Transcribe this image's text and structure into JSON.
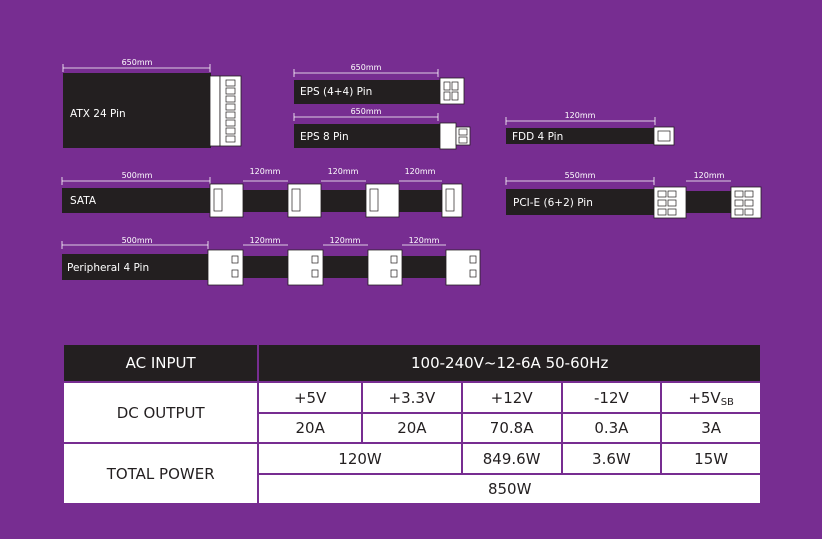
{
  "cables": {
    "atx": {
      "name": "ATX 24 Pin",
      "length": "650mm"
    },
    "eps44": {
      "name": "EPS (4+4) Pin",
      "length": "650mm"
    },
    "eps8": {
      "name": "EPS 8 Pin",
      "length": "650mm"
    },
    "fdd": {
      "name": "FDD 4 Pin",
      "length": "120mm"
    },
    "sata": {
      "name": "SATA",
      "lengths": [
        "500mm",
        "120mm",
        "120mm",
        "120mm"
      ]
    },
    "pcie": {
      "name": "PCI-E (6+2) Pin",
      "lengths": [
        "550mm",
        "120mm"
      ]
    },
    "peripheral": {
      "name": "Peripheral 4 Pin",
      "lengths": [
        "500mm",
        "120mm",
        "120mm",
        "120mm"
      ]
    }
  },
  "specs": {
    "ac_input": {
      "label": "AC INPUT",
      "value": "100-240V~12-6A 50-60Hz"
    },
    "dc_output": {
      "label": "DC OUTPUT",
      "rails": [
        "+5V",
        "+3.3V",
        "+12V",
        "-12V",
        "+5V"
      ],
      "rail_sub": "SB",
      "currents": [
        "20A",
        "20A",
        "70.8A",
        "0.3A",
        "3A"
      ]
    },
    "total_power": {
      "label": "TOTAL POWER",
      "combined_5v_33v": "120W",
      "v12": "849.6W",
      "vneg12": "3.6W",
      "v5sb": "15W",
      "total": "850W"
    }
  },
  "colors": {
    "background": "#772d91",
    "cable": "#231f20",
    "table_header": "#231f20",
    "cell": "#ffffff"
  }
}
